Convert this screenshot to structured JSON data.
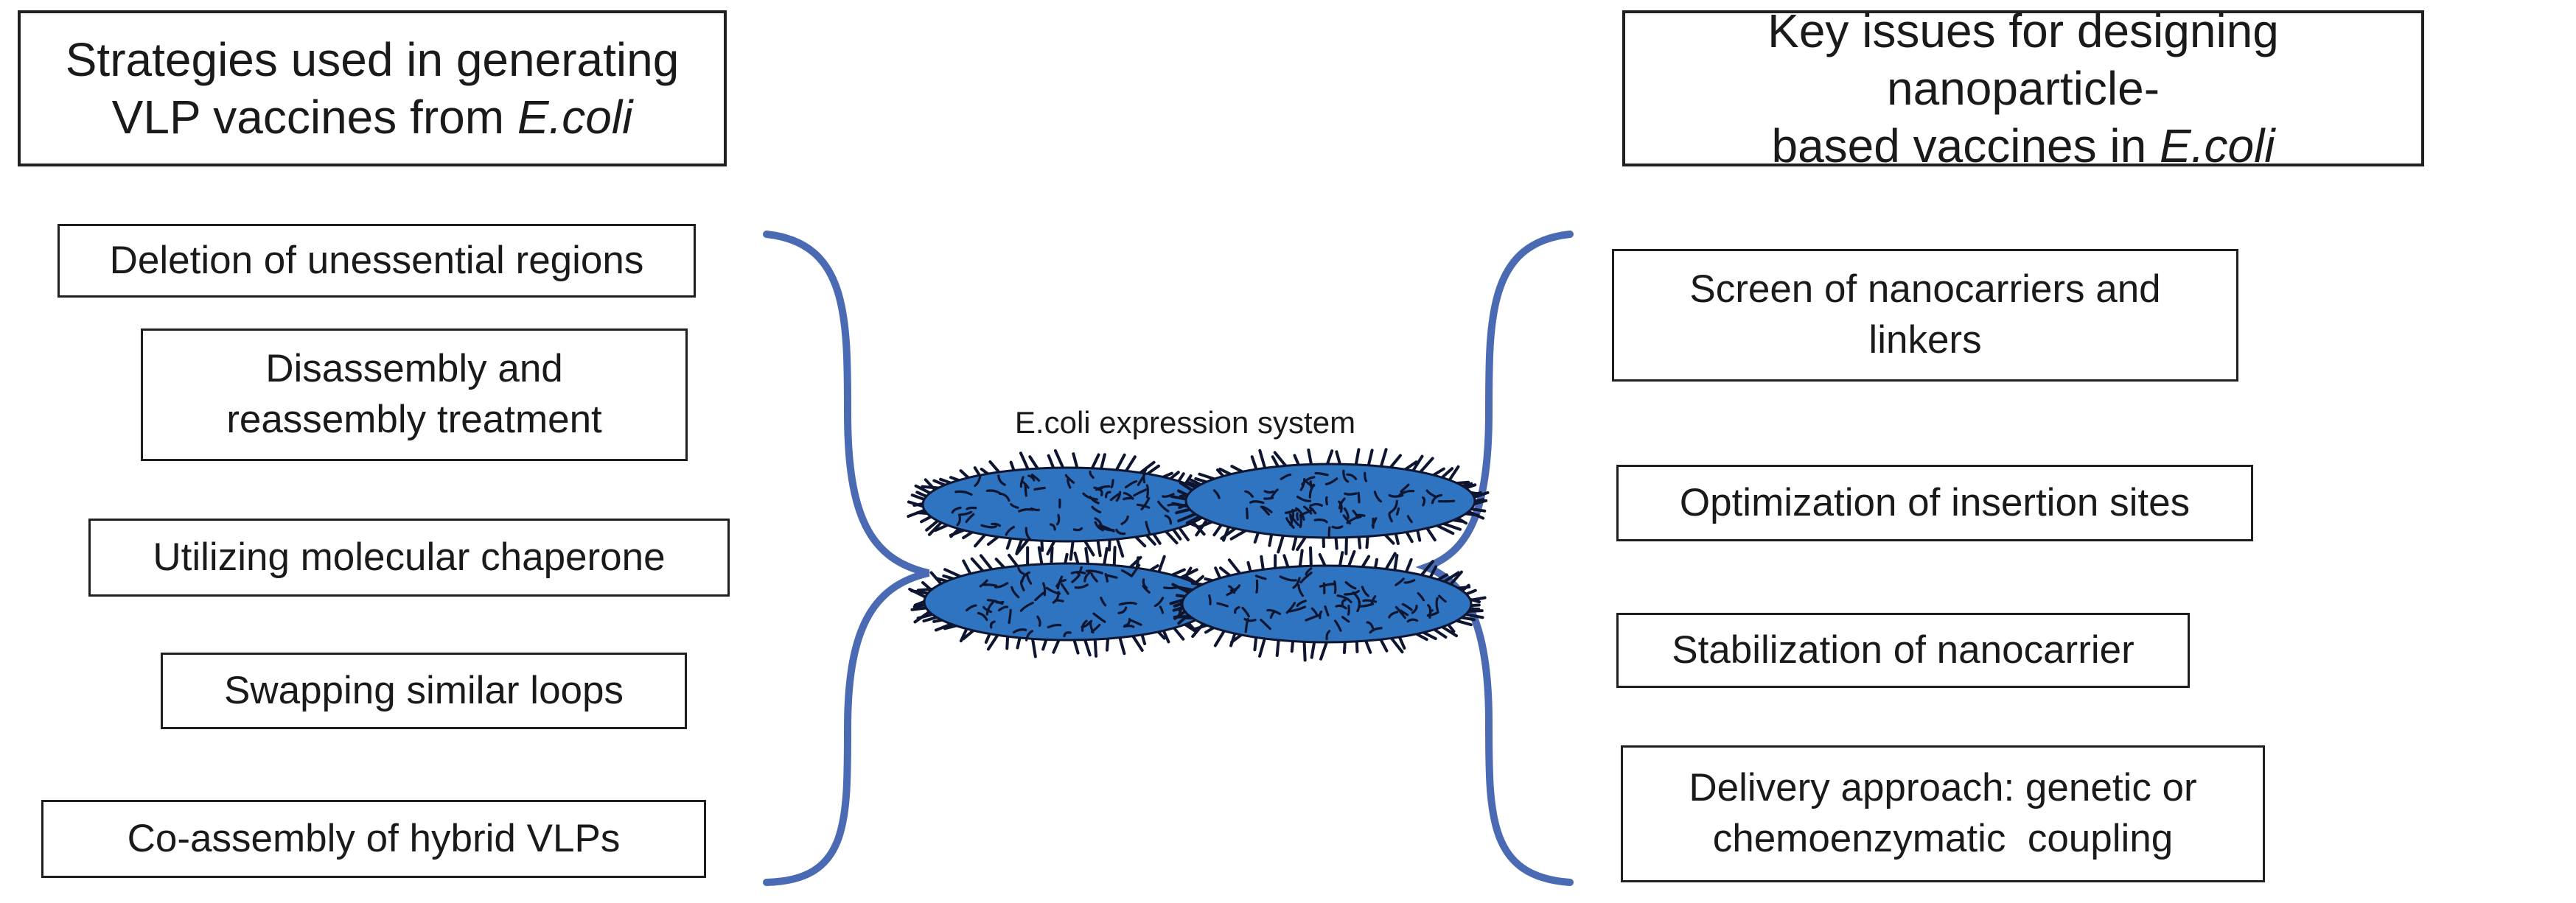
{
  "left_header": {
    "line1": "Strategies used in generating",
    "line2_prefix": "VLP vaccines from ",
    "line2_italic": "E.coli"
  },
  "right_header": {
    "line1": "Key issues for designing nanoparticle-",
    "line2_prefix": "based vaccines in ",
    "line2_italic": "E.coli"
  },
  "center": {
    "label": "E.coli expression system"
  },
  "strategies": [
    "Deletion of unessential regions",
    "Disassembly and reassembly treatment",
    "Utilizing molecular chaperone",
    "Swapping similar loops",
    "Co-assembly of hybrid VLPs"
  ],
  "key_issues": [
    "Screen of nanocarriers and linkers",
    "Optimization of insertion sites",
    "Stabilization of nanocarrier",
    "Delivery approach: genetic or chemoenzymatic  coupling"
  ],
  "colors": {
    "brace": "#4a6bb4",
    "bacteria_fill": "#2f74c0",
    "flagella": "#0d1530",
    "border": "#1f1f1f"
  }
}
